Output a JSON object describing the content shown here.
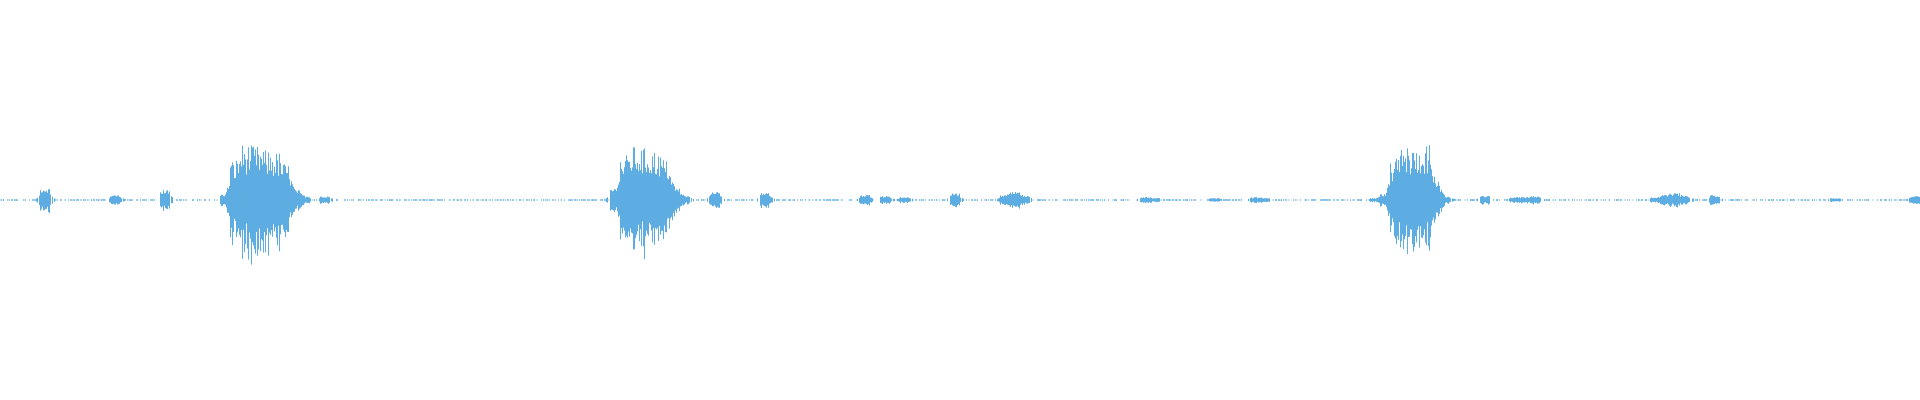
{
  "chart_data": {
    "type": "area",
    "description_kind": "audio-waveform",
    "title": "",
    "xlabel": "",
    "ylabel": "",
    "ylim": [
      -1,
      1
    ],
    "grid": false,
    "legend": "none",
    "color": "#5dade2",
    "background": "#ffffff",
    "envelope_peak_amplitude": [
      0.004,
      0.004,
      0.003,
      0.004,
      0.06,
      0.004,
      0.003,
      0.004,
      0.003,
      0.004,
      0.004,
      0.025,
      0.004,
      0.003,
      0.004,
      0.004,
      0.05,
      0.004,
      0.003,
      0.004,
      0.004,
      0.004,
      0.03,
      0.2,
      0.28,
      0.27,
      0.25,
      0.24,
      0.18,
      0.05,
      0.02,
      0.004,
      0.02,
      0.004,
      0.003,
      0.004,
      0.004,
      0.003,
      0.004,
      0.003,
      0.004,
      0.003,
      0.004,
      0.004,
      0.003,
      0.004,
      0.004,
      0.003,
      0.004,
      0.003,
      0.004,
      0.004,
      0.003,
      0.004,
      0.004,
      0.003,
      0.004,
      0.004,
      0.003,
      0.004,
      0.004,
      0.06,
      0.22,
      0.27,
      0.26,
      0.25,
      0.2,
      0.06,
      0.02,
      0.004,
      0.004,
      0.04,
      0.004,
      0.003,
      0.004,
      0.004,
      0.035,
      0.004,
      0.003,
      0.004,
      0.004,
      0.003,
      0.004,
      0.004,
      0.003,
      0.004,
      0.025,
      0.004,
      0.02,
      0.004,
      0.015,
      0.004,
      0.003,
      0.004,
      0.004,
      0.035,
      0.004,
      0.003,
      0.004,
      0.003,
      0.025,
      0.04,
      0.02,
      0.004,
      0.004,
      0.004,
      0.004,
      0.004,
      0.004,
      0.004,
      0.004,
      0.004,
      0.004,
      0.004,
      0.015,
      0.01,
      0.004,
      0.004,
      0.004,
      0.004,
      0.004,
      0.01,
      0.004,
      0.004,
      0.004,
      0.015,
      0.01,
      0.004,
      0.004,
      0.004,
      0.004,
      0.004,
      0.004,
      0.004,
      0.004,
      0.004,
      0.004,
      0.01,
      0.03,
      0.2,
      0.27,
      0.25,
      0.28,
      0.1,
      0.02,
      0.004,
      0.004,
      0.004,
      0.02,
      0.004,
      0.004,
      0.015,
      0.015,
      0.02,
      0.004,
      0.004,
      0.004,
      0.004,
      0.004,
      0.004,
      0.004,
      0.004,
      0.004,
      0.004,
      0.004,
      0.015,
      0.025,
      0.035,
      0.02,
      0.004,
      0.004,
      0.025,
      0.004,
      0.004,
      0.004,
      0.004,
      0.004,
      0.004,
      0.004,
      0.004,
      0.004,
      0.004,
      0.004,
      0.01,
      0.004,
      0.004,
      0.004,
      0.004,
      0.004,
      0.004,
      0.004,
      0.02
    ]
  }
}
